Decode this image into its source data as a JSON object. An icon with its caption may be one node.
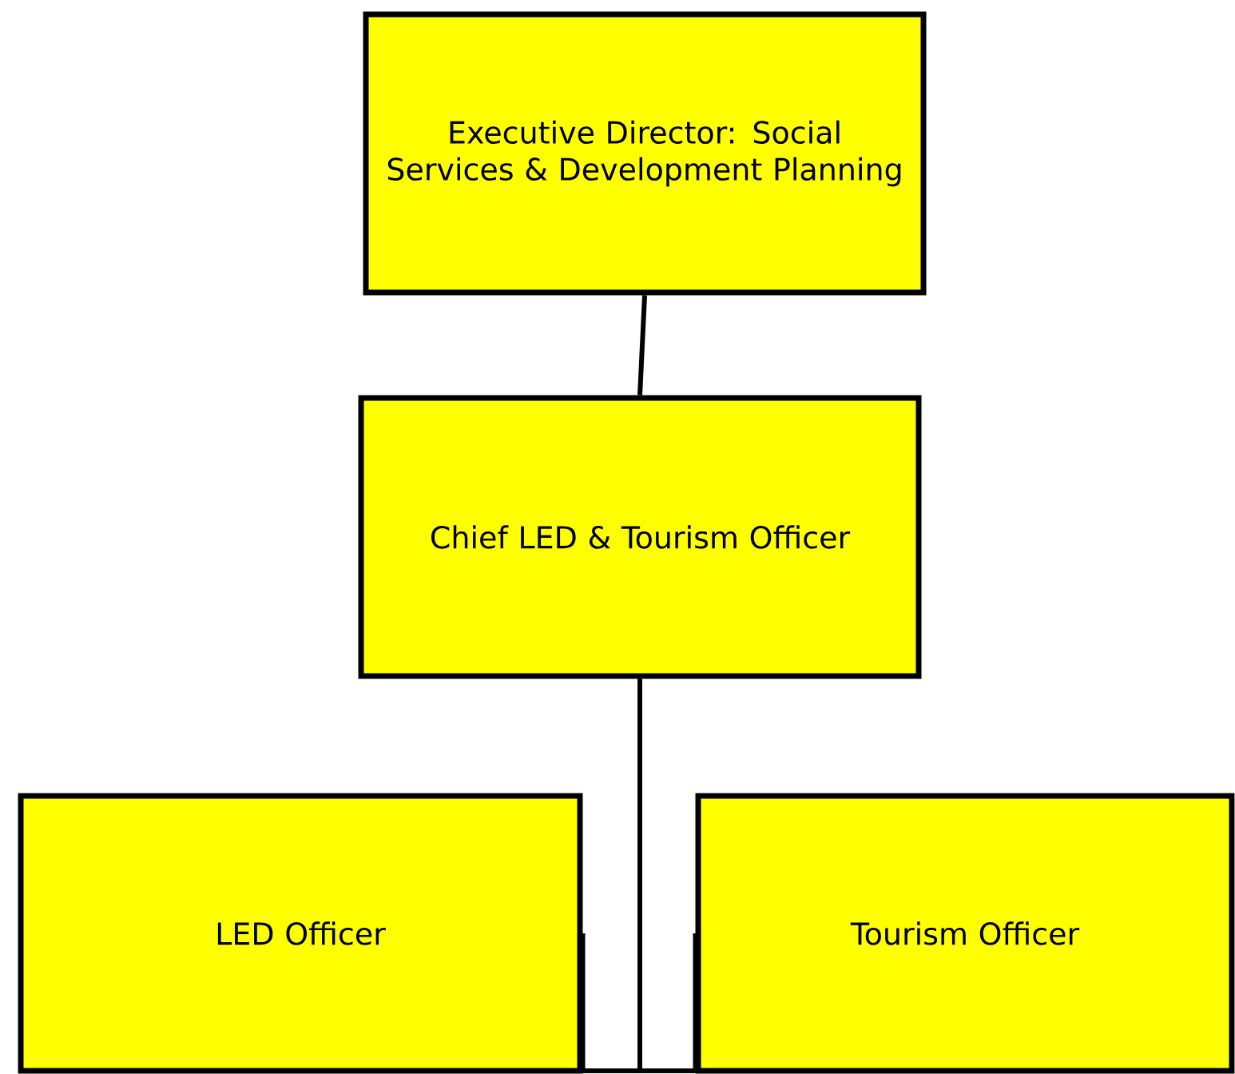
{
  "diagram": {
    "nodes": [
      {
        "text": [
          "Executive Director: Social Services & Development Planning"
        ]
      },
      {
        "text": [
          "Chief LED & Tourism Officer"
        ]
      },
      {
        "text": [
          "LED Officer"
        ]
      },
      {
        "text": [
          "Tourism Officer"
        ]
      }
    ],
    "edges": [
      {
        "from": 0,
        "to": 1,
        "arrow": "none"
      },
      {
        "from": 1,
        "to": 2,
        "arrow": "none"
      },
      {
        "from": 1,
        "to": 3,
        "arrow": "none"
      }
    ]
  }
}
